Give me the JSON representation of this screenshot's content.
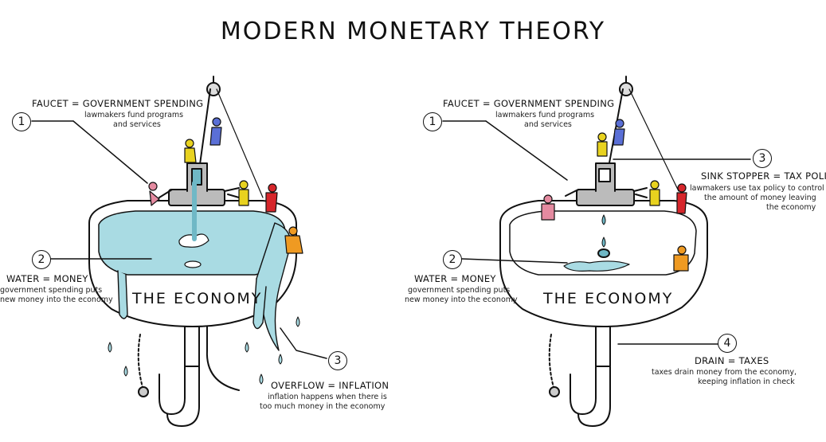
{
  "title": "MODERN MONETARY THEORY",
  "left_panel": {
    "economy_label": "THE ECONOMY",
    "faucet": {
      "number": "1",
      "title": "FAUCET = GOVERNMENT SPENDING",
      "desc": [
        "lawmakers fund programs",
        "and services"
      ]
    },
    "water": {
      "number": "2",
      "title": "WATER = MONEY",
      "desc": [
        "government spending puts",
        "new money into the economy"
      ]
    },
    "overflow": {
      "number": "3",
      "title": "OVERFLOW = INFLATION",
      "desc": [
        "inflation happens when there is",
        "too much money in the economy"
      ]
    }
  },
  "right_panel": {
    "economy_label": "THE ECONOMY",
    "faucet": {
      "number": "1",
      "title": "FAUCET = GOVERNMENT SPENDING",
      "desc": [
        "lawmakers fund programs",
        "and services"
      ]
    },
    "water": {
      "number": "2",
      "title": "WATER = MONEY",
      "desc": [
        "government spending puts",
        "new money into the economy"
      ]
    },
    "stopper": {
      "number": "3",
      "title": "SINK STOPPER = TAX POLICY",
      "desc": [
        "lawmakers use tax policy to control",
        "the amount of money leaving",
        "the economy"
      ]
    },
    "drain": {
      "number": "4",
      "title": "DRAIN = TAXES",
      "desc": [
        "taxes drain money from the economy,",
        "keeping inflation in check"
      ]
    }
  },
  "colors": {
    "water": "#a9dbe3",
    "water_dark": "#6fb8c6",
    "pink": "#e48aa0",
    "yellow": "#e8d21f",
    "blue": "#5a6fd6",
    "red": "#d6262b",
    "orange": "#ef9a22",
    "metal": "#9a9a9a"
  }
}
